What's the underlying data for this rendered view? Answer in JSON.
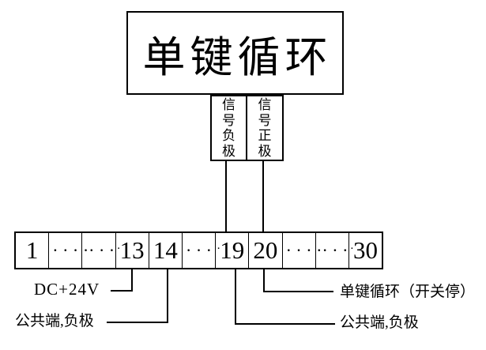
{
  "colors": {
    "line": "#000000",
    "background": "#ffffff",
    "text": "#000000"
  },
  "top_box": {
    "label": "单键循环"
  },
  "signal_boxes": {
    "negative_label": "信号负极",
    "positive_label": "信号正极"
  },
  "terminal_strip": {
    "cells": [
      {
        "prefix": "",
        "label": "1"
      },
      {
        "prefix": "",
        "label": "· · ·"
      },
      {
        "prefix": "",
        "label": "·· · ·"
      },
      {
        "prefix": "·",
        "label": "13"
      },
      {
        "prefix": "",
        "label": "14"
      },
      {
        "prefix": "",
        "label": "· · ·"
      },
      {
        "prefix": "·",
        "label": "19"
      },
      {
        "prefix": "",
        "label": "20"
      },
      {
        "prefix": "",
        "label": "· · ·"
      },
      {
        "prefix": "",
        "label": "·· · ·"
      },
      {
        "prefix": "·",
        "label": "30"
      }
    ]
  },
  "annotations": {
    "dc_24v": "DC+24V",
    "common_negative_left": "公共端,负极",
    "single_key_cycle_switch": "单键循环（开关停）",
    "common_negative_right": "公共端,负极"
  }
}
